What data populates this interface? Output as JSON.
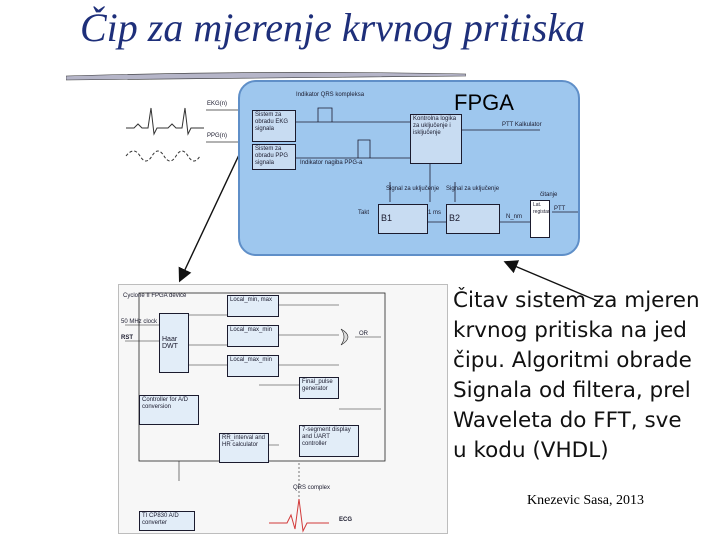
{
  "title": "Čip za mjerenje krvnog pritiska",
  "fpga_label": "FPGA",
  "description_lines": [
    "Čitav sistem za mjeren",
    "krvnog pritiska na jed",
    "čipu. Algoritmi obrade",
    "Signala od filtera, prel",
    "Waveleta do FFT, sve",
    "u kodu (VHDL)"
  ],
  "author": "Knezevic Sasa, 2013",
  "upper_diagram": {
    "ekg_label": "EKG(n)",
    "ppg_label": "PPG(n)",
    "qrs_indicator": "Indikator QRS kompleksa",
    "ekg_block": "Sistem za obradu EKG signala",
    "ppg_block": "Sistem za obradu PPG signala",
    "ppg_slope_indicator": "Indikator nagiba PPG-a",
    "control_logic": "Kontrolna logika za uključenje i isključenje",
    "ptt_calculator": "PTT Kalkulator",
    "enable_signal_1": "Signal za uključenje",
    "enable_signal_2": "Signal za uključenje",
    "counter_1": "B1",
    "counter_2": "B2",
    "clk_label": "Takt",
    "ms_label": "1 ms",
    "nm_label": "N_nm",
    "reset_label": "čitanje",
    "register_label": "Lat. registar",
    "ptt_out": "PTT"
  },
  "lower_diagram": {
    "device_label": "Cyclone II FPGA device",
    "clock": "50 MHz clock",
    "rst": "RST",
    "haar": "Haar DWT",
    "controller": "Controller for A/D conversion",
    "rr_block": "RR_interval and HR calculator",
    "segment_block": "7-segment display and UART controller",
    "final_pulse": "Final_pulse generator",
    "or_label": "OR",
    "adc": "TI CP830 A/D converter",
    "ecg_label": "ECG",
    "qrs_label": "QRS complex",
    "locals": [
      "Local_min, max",
      "Local_max_min",
      "Local_max_min"
    ]
  }
}
